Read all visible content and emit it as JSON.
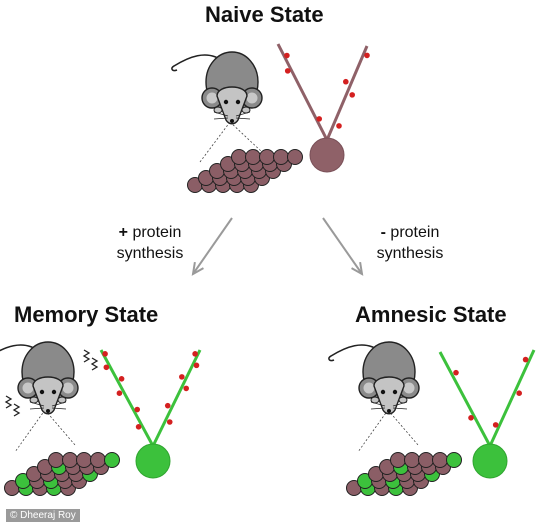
{
  "titles": {
    "naive": "Naive State",
    "memory": "Memory State",
    "amnesic": "Amnesic State"
  },
  "arrows": {
    "left": {
      "sign": "+",
      "line1": "protein",
      "line2": "synthesis"
    },
    "right": {
      "sign": "-",
      "line1": "protein",
      "line2": "synthesis"
    }
  },
  "credit": "© Dheeraj Roy",
  "colors": {
    "inactive_cell": "#8b5e66",
    "active_cell": "#3cc13c",
    "neuron_naive": "#8f6168",
    "neuron_active": "#3cc13c",
    "spine": "#d42020",
    "mouse_body": "#8a8a8a",
    "arrow": "#9a9a9a"
  },
  "icons": [
    "mouse-icon",
    "neuron-icon",
    "cell-grid-icon",
    "vibration-marks-icon",
    "arrow-icon"
  ]
}
